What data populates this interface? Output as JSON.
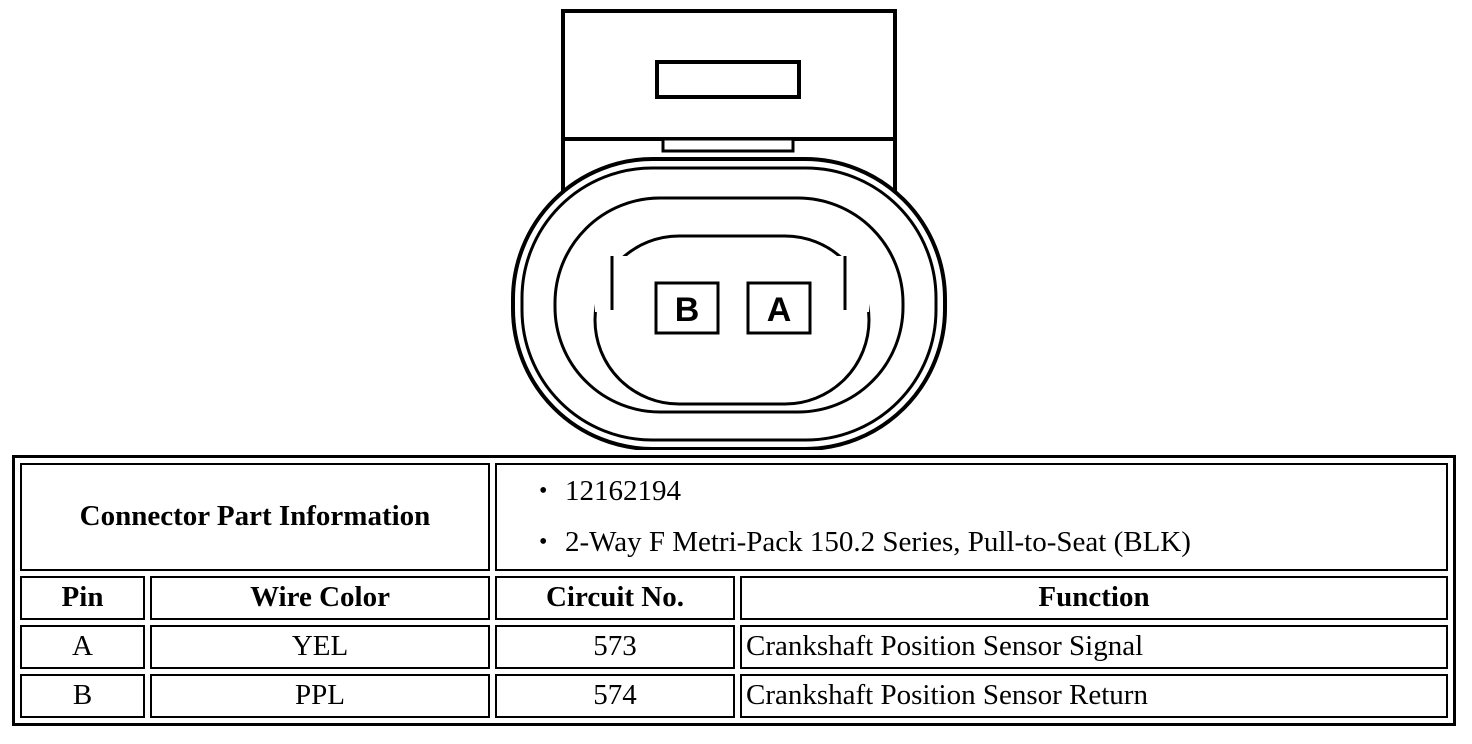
{
  "connector": {
    "cavity_labels": [
      "B",
      "A"
    ]
  },
  "table": {
    "part_info_label": "Connector Part Information",
    "part_info_items": [
      "12162194",
      "2-Way F Metri-Pack 150.2 Series, Pull-to-Seat (BLK)"
    ],
    "headers": {
      "pin": "Pin",
      "wire_color": "Wire Color",
      "circuit_no": "Circuit No.",
      "function": "Function"
    },
    "rows": [
      {
        "pin": "A",
        "wire_color": "YEL",
        "circuit_no": "573",
        "function": "Crankshaft Position Sensor Signal"
      },
      {
        "pin": "B",
        "wire_color": "PPL",
        "circuit_no": "574",
        "function": "Crankshaft Position Sensor Return"
      }
    ]
  }
}
